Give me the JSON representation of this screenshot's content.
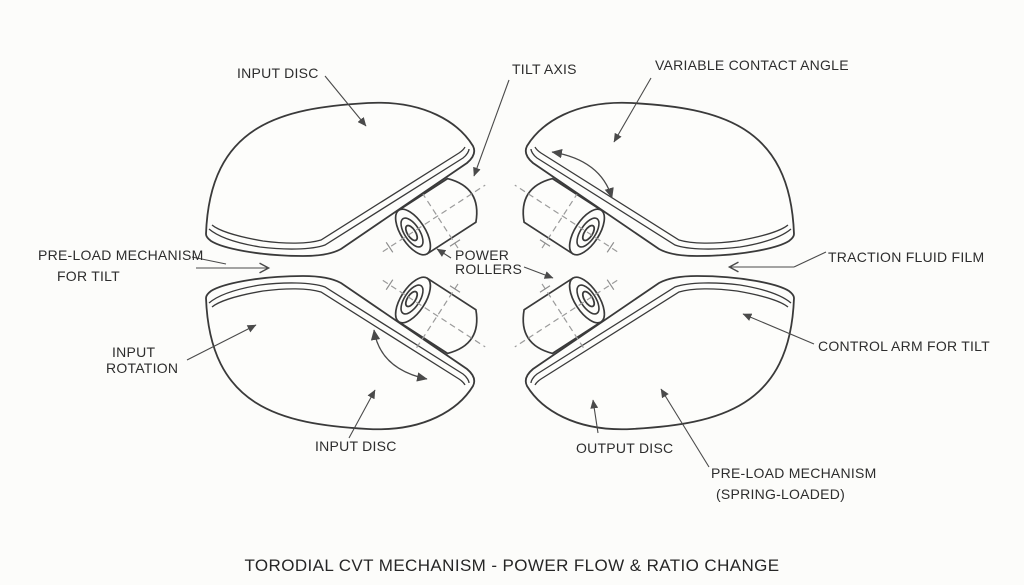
{
  "title": "TORODIAL CVT MECHANISM - POWER FLOW & RATIO CHANGE",
  "labels": {
    "input_disc_top": "INPUT DISC",
    "tilt_axis": "TILT AXIS",
    "variable_contact_angle": "VARIABLE CONTACT ANGLE",
    "preload_tilt": {
      "line1": "PRE-LOAD MECHANISM",
      "line2": "FOR TILT"
    },
    "power_rollers": {
      "line1": "POWER",
      "line2": "ROLLERS"
    },
    "traction_fluid_film": "TRACTION FLUID FILM",
    "input_rotation": {
      "line1": "INPUT",
      "line2": "ROTATION"
    },
    "control_arm_for_tilt": "CONTROL ARM FOR TILT",
    "input_disc_bottom": "INPUT DISC",
    "output_disc": "OUTPUT DISC",
    "preload_spring": {
      "line1": "PRE-LOAD MECHANISM",
      "line2": "(SPRING-LOADED)"
    }
  },
  "diagram": {
    "type": "technical-line-drawing",
    "subject": "Toroidal CVT mechanism, power flow and ratio change",
    "disc_count": 4,
    "power_roller_count": 4
  },
  "colors": {
    "background": "#fcfcfa",
    "outline": "#3a3a3a",
    "leader": "#4a4a4a",
    "dashed_axis": "#9b9b9b",
    "text": "#2d2d2d"
  }
}
